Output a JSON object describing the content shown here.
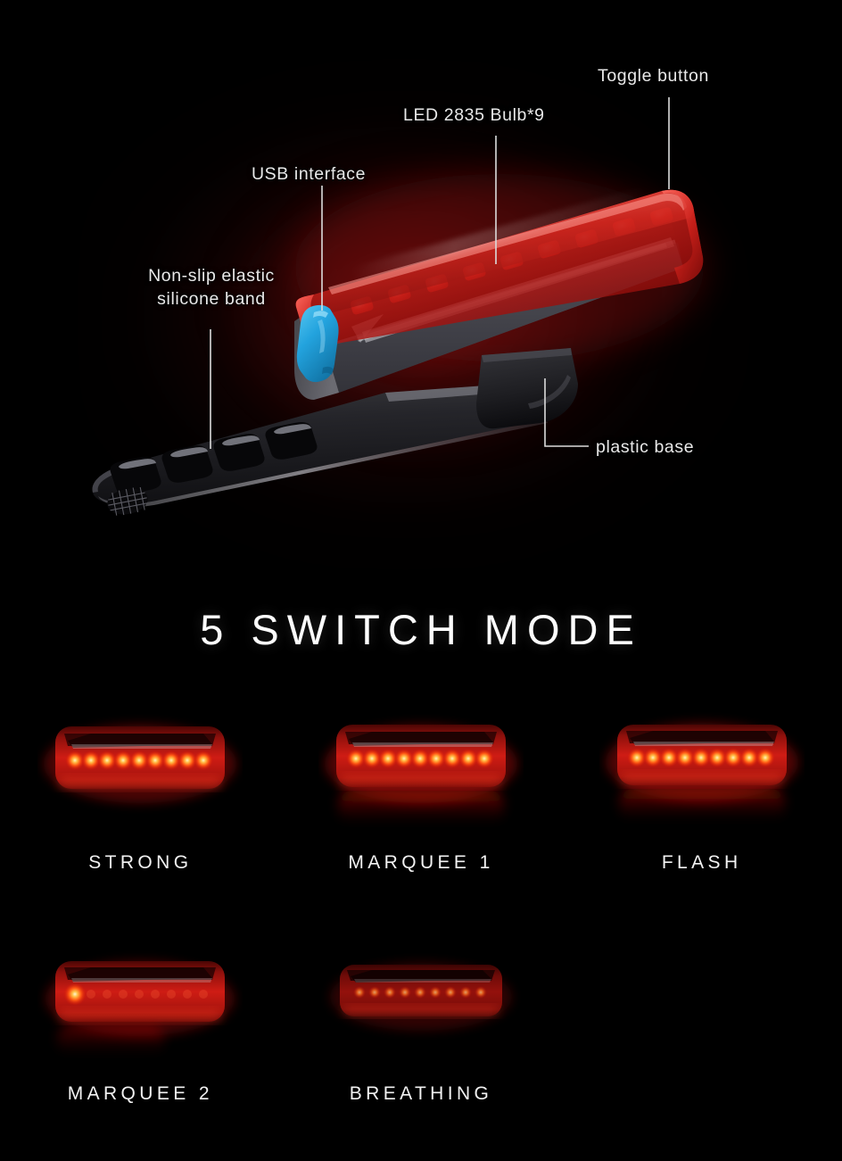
{
  "product": {
    "type": "bicycle-tail-light",
    "callouts": [
      {
        "id": "toggle-button",
        "label": "Toggle button"
      },
      {
        "id": "led-bulb",
        "label": "LED 2835 Bulb*9"
      },
      {
        "id": "usb-interface",
        "label": "USB interface"
      },
      {
        "id": "silicone-band",
        "label": "Non-slip elastic\nsilicone band",
        "line1": "Non-slip elastic",
        "line2": "silicone band"
      },
      {
        "id": "plastic-base",
        "label": "plastic base"
      }
    ]
  },
  "section": {
    "heading": "5 SWITCH MODE"
  },
  "modes": [
    {
      "id": "strong",
      "label": "STRONG",
      "lit_leds": 9,
      "brightness": "full",
      "glow": "high",
      "reflection": false
    },
    {
      "id": "marquee-1",
      "label": "MARQUEE 1",
      "lit_leds": 9,
      "brightness": "full",
      "glow": "high",
      "reflection": true
    },
    {
      "id": "flash",
      "label": "FLASH",
      "lit_leds": 9,
      "brightness": "full",
      "glow": "high",
      "reflection": true
    },
    {
      "id": "marquee-2",
      "label": "MARQUEE 2",
      "lit_leds": 1,
      "brightness": "single",
      "glow": "medium",
      "reflection": true
    },
    {
      "id": "breathing",
      "label": "BREATHING",
      "lit_leds": 9,
      "brightness": "dim",
      "glow": "low",
      "reflection": false
    }
  ],
  "colors": {
    "background": "#000000",
    "background_glow": "#5a0a0a",
    "led_core": "#ffc04a",
    "led_glow": "#ff1d10",
    "housing_red": "#d81a17",
    "housing_body": "#6e6e72",
    "usb_cover_blue": "#2aa6e0",
    "strap_black": "#1a1a1c",
    "text": "#eaeaea",
    "leader_line": "#dcdcdc"
  }
}
